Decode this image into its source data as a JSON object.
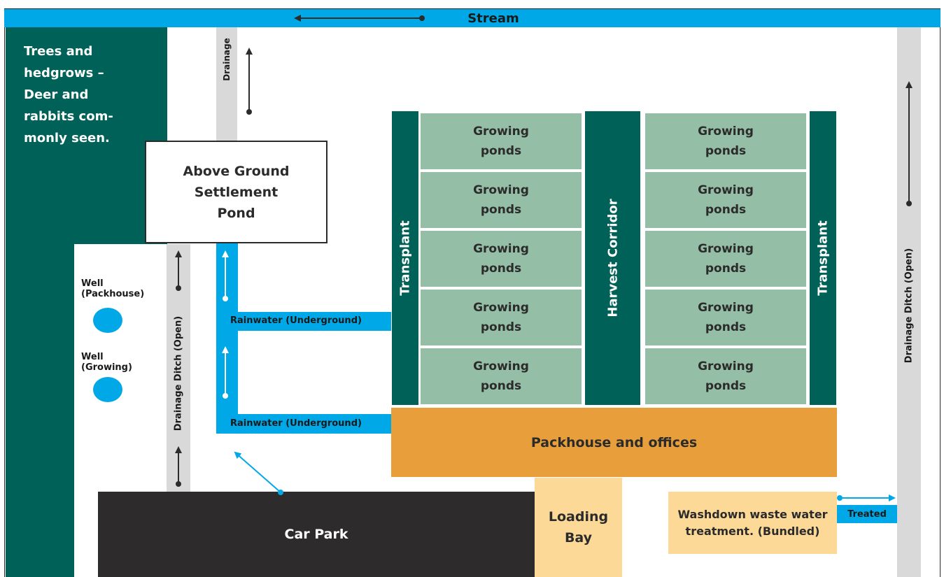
{
  "stream": {
    "label": "Stream"
  },
  "trees": {
    "label": "Trees and hedgrows – Deer and rabbits com-monly seen."
  },
  "drainage_top": {
    "label": "Drainage"
  },
  "settlement_pond": {
    "label": "Above Ground Settlement Pond"
  },
  "wells": [
    {
      "label": "Well (Packhouse)"
    },
    {
      "label": "Well (Growing)"
    }
  ],
  "drainage_ditch_left": {
    "label": "Drainage Ditch (Open)"
  },
  "drainage_ditch_right": {
    "label": "Drainage Ditch (Open)"
  },
  "rainwater": [
    {
      "label": "Rainwater (Underground)"
    },
    {
      "label": "Rainwater (Underground)"
    }
  ],
  "transplant_left": {
    "label": "Transplant"
  },
  "transplant_right": {
    "label": "Transplant"
  },
  "harvest_corridor": {
    "label": "Harvest Corridor"
  },
  "growing_ponds": {
    "label": "Growing ponds",
    "left_column_count": 5,
    "right_column_count": 5
  },
  "packhouse": {
    "label": "Packhouse and offices"
  },
  "car_park": {
    "label": "Car Park"
  },
  "loading_bay": {
    "label": "Loading Bay"
  },
  "washdown": {
    "label": "Washdown waste water treatment. (Bundled)"
  },
  "treated": {
    "label": "Treated"
  },
  "colors": {
    "dark_green": "#006158",
    "pond_green": "#95bea6",
    "water_blue": "#00a8e8",
    "packhouse_orange": "#e89f3b",
    "loading_yellow": "#fdd998",
    "car_park_dark": "#2d2b2c",
    "ditch_grey": "#d9d9d9"
  }
}
